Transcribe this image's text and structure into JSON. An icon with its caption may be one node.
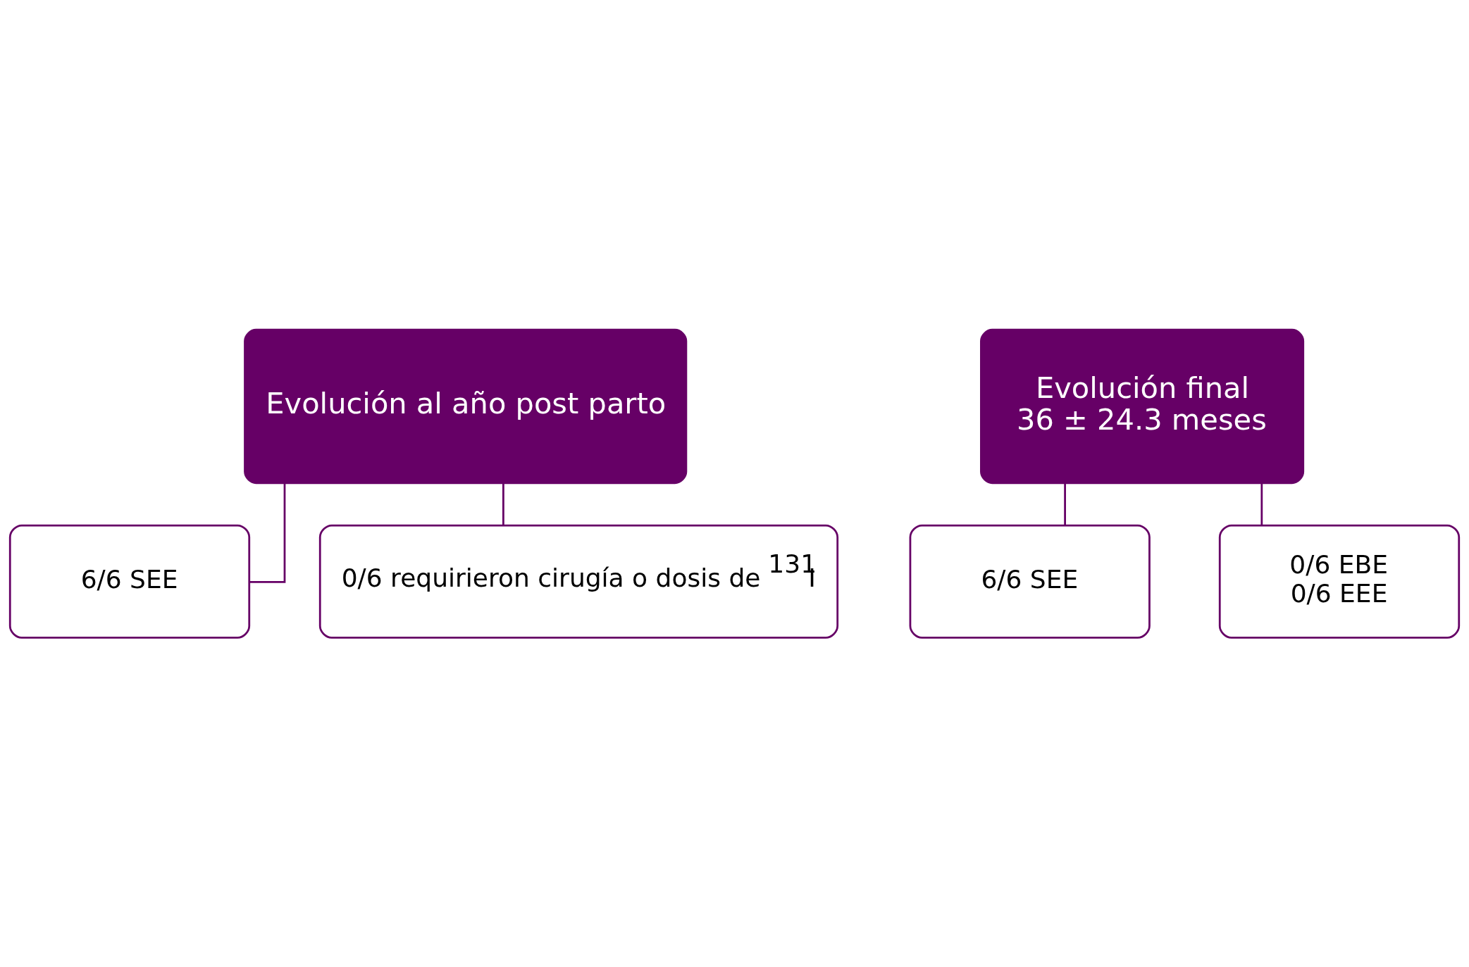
{
  "diagram": {
    "nodes": [
      {
        "text": [
          "Evolución al año post parto"
        ]
      },
      {
        "text": [
          "6/6 SEE"
        ]
      },
      {
        "text": [
          "0/6 requirieron cirugía o dosis de $^{131}$I"
        ]
      },
      {
        "text": [
          "Evolución final",
          "36 ± 24.3 meses"
        ]
      },
      {
        "text": [
          "6/6 SEE"
        ]
      },
      {
        "text": [
          "0/6 EBE",
          "0/6 EEE"
        ]
      }
    ],
    "edges": [
      {
        "from": 0,
        "to": 1,
        "arrow": "none"
      },
      {
        "from": 0,
        "to": 2,
        "arrow": "none"
      },
      {
        "from": 3,
        "to": 4,
        "arrow": "none"
      },
      {
        "from": 3,
        "to": 5,
        "arrow": "none"
      }
    ]
  }
}
